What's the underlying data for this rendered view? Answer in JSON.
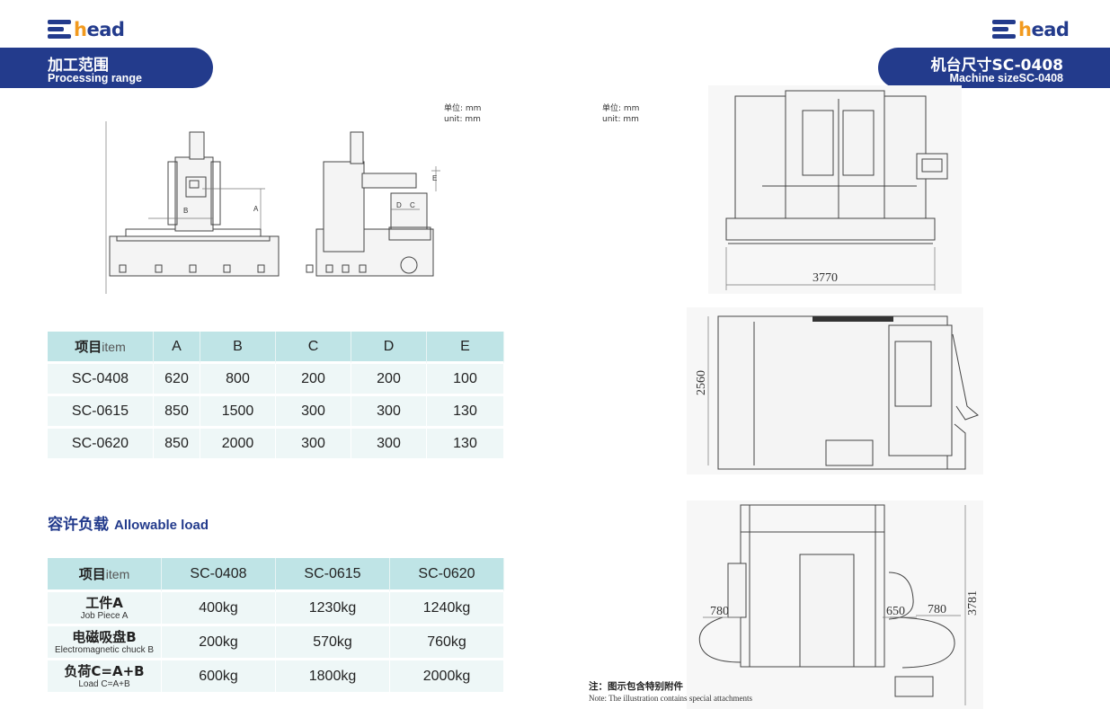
{
  "logo": {
    "pre": "h",
    "rest": "ead"
  },
  "left_header": {
    "zh": "加工范围",
    "en": "Processing range"
  },
  "right_header": {
    "zh": "机台尺寸SC-0408",
    "en": "Machine sizeSC-0408"
  },
  "unit_label": {
    "zh": "单位:  mm",
    "en": "unit:    mm"
  },
  "processing_drawing_labels": {
    "a": "A",
    "b": "B",
    "c": "C",
    "d": "D",
    "e": "E"
  },
  "processing_table": {
    "header_zh": "项目",
    "header_en": "item",
    "columns": [
      "A",
      "B",
      "C",
      "D",
      "E"
    ],
    "rows": [
      {
        "model": "SC-0408",
        "values": [
          "620",
          "800",
          "200",
          "200",
          "100"
        ]
      },
      {
        "model": "SC-0615",
        "values": [
          "850",
          "1500",
          "300",
          "300",
          "130"
        ]
      },
      {
        "model": "SC-0620",
        "values": [
          "850",
          "2000",
          "300",
          "300",
          "130"
        ]
      }
    ]
  },
  "load_section": {
    "zh": "容许负载",
    "en": "Allowable load"
  },
  "load_table": {
    "header_zh": "项目",
    "header_en": "item",
    "columns": [
      "SC-0408",
      "SC-0615",
      "SC-0620"
    ],
    "rows": [
      {
        "zh": "工件A",
        "en": "Job Piece A",
        "values": [
          "400kg",
          "1230kg",
          "1240kg"
        ]
      },
      {
        "zh": "电磁吸盘B",
        "en": "Electromagnetic chuck B",
        "values": [
          "200kg",
          "570kg",
          "760kg"
        ]
      },
      {
        "zh": "负荷C=A+B",
        "en": "Load C=A+B",
        "values": [
          "600kg",
          "1800kg",
          "2000kg"
        ]
      }
    ]
  },
  "machine_dims": {
    "width": "3770",
    "depth": "2560",
    "height": "3781",
    "side_left": "780",
    "side_right": "780",
    "mid": "650"
  },
  "note": {
    "zh": "注：图示包含特别附件",
    "en": "Note: The illustration contains special attachments"
  },
  "colors": {
    "brand_blue": "#233b8c",
    "logo_orange": "#f29a1f",
    "table_header": "#bfe4e6",
    "table_cell": "#eef7f7"
  }
}
